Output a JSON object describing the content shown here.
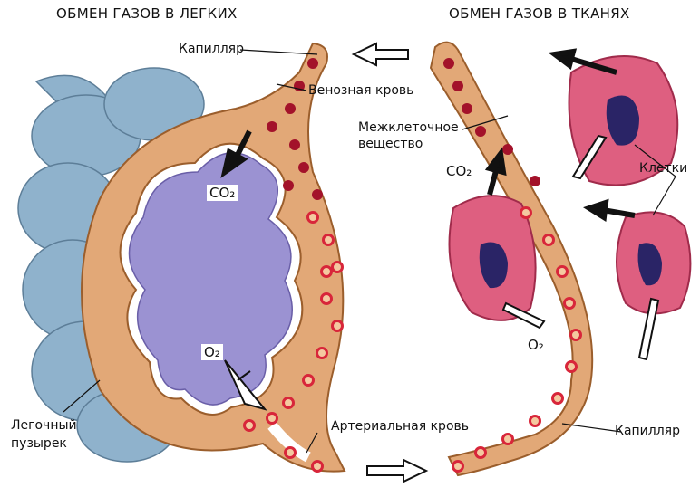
{
  "titles": {
    "lungs": "ОБМЕН ГАЗОВ В ЛЕГКИХ",
    "tissues": "ОБМЕН ГАЗОВ В ТКАНЯХ"
  },
  "labels": {
    "capillary_top": "Капилляр",
    "venous_blood": "Венозная кровь",
    "intercellular_1": "Межклеточное",
    "intercellular_2": "вещество",
    "cells": "Клетки",
    "alveolus_1": "Легочный",
    "alveolus_2": "пузырек",
    "arterial_blood": "Артериальная кровь",
    "capillary_bottom": "Капилляр"
  },
  "gases": {
    "co2_lung": "CO₂",
    "o2_lung": "O₂",
    "co2_tissue": "CO₂",
    "o2_tissue": "O₂"
  },
  "colors": {
    "alveoli_blue": "#8fb2cc",
    "capillary_tan": "#e2a877",
    "air_purple": "#9b92d2",
    "cell_pink": "#de5f80",
    "nucleus": "#2a2466",
    "venous_red": "#a3122a",
    "arterial_red": "#d8263a"
  }
}
